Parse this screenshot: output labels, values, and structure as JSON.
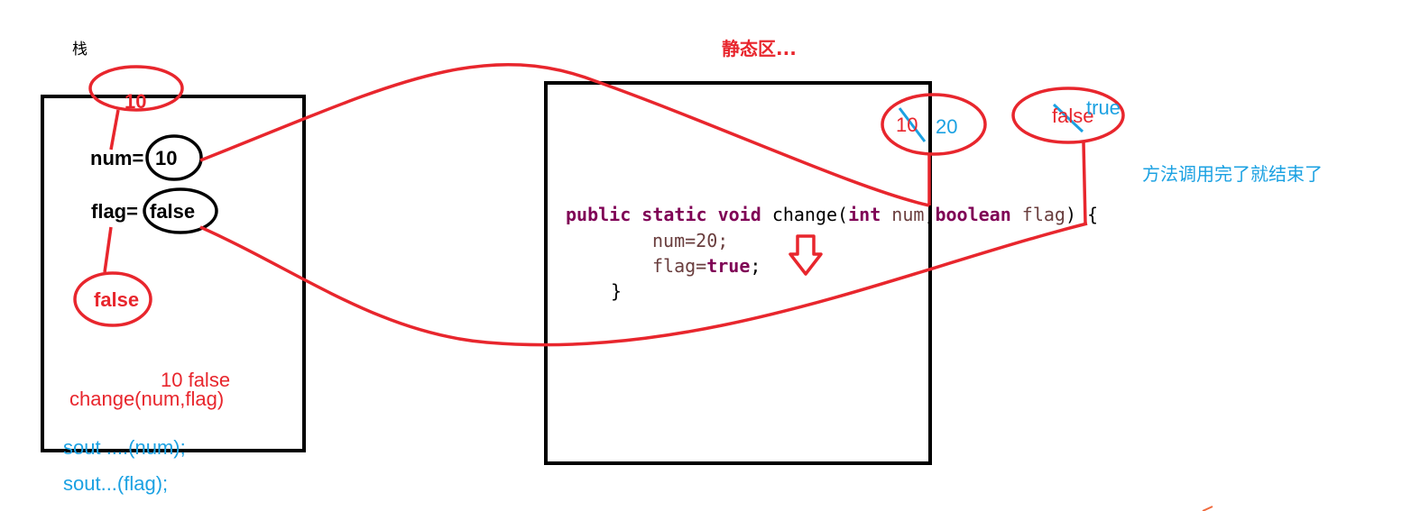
{
  "stack": {
    "title": "栈",
    "num_label": "num=",
    "num_value": "10",
    "flag_label": "flag=",
    "flag_value": "false",
    "num_annotation": "10",
    "flag_annotation": "false",
    "call_args": "10   false",
    "call": "change(num,flag)",
    "print_num": "sout ....(num);",
    "print_flag": "sout...(flag);"
  },
  "static_area": {
    "title": "静态区...",
    "num_old": "10",
    "num_new": "20",
    "flag_old": "false",
    "flag_new": "true",
    "method_end_note": "方法调用完了就结束了"
  },
  "code": {
    "kw_public": "public",
    "kw_static": "static",
    "kw_void": "void",
    "method_name": "change(",
    "kw_int": "int",
    "param_num": "num",
    "comma": ",",
    "kw_boolean": "boolean",
    "param_flag": "flag",
    "sig_end": ") {",
    "line2": "num=20;",
    "line3_var": "flag=",
    "line3_val": "true",
    "line3_end": ";",
    "line4": "}"
  },
  "colors": {
    "annotation_red": "#e8262d",
    "annotation_blue": "#1ba1e2",
    "keyword": "#7f0055",
    "identifier": "#6a3e3e"
  }
}
